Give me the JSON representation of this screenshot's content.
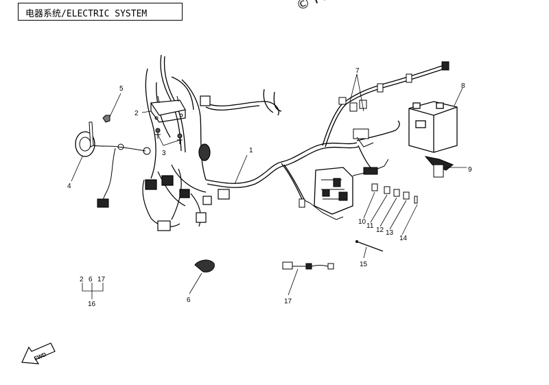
{
  "header": {
    "title": "电器系统/ELECTRIC SYSTEM"
  },
  "watermark": "© Partzilla",
  "callouts": [
    {
      "id": "c1",
      "label": "1"
    },
    {
      "id": "c2",
      "label": "2"
    },
    {
      "id": "c3",
      "label": "3"
    },
    {
      "id": "c4",
      "label": "4"
    },
    {
      "id": "c5",
      "label": "5"
    },
    {
      "id": "c6",
      "label": "6"
    },
    {
      "id": "c7",
      "label": "7"
    },
    {
      "id": "c8",
      "label": "8"
    },
    {
      "id": "c9",
      "label": "9"
    },
    {
      "id": "c10",
      "label": "10"
    },
    {
      "id": "c11",
      "label": "11"
    },
    {
      "id": "c12",
      "label": "12"
    },
    {
      "id": "c13",
      "label": "13"
    },
    {
      "id": "c14",
      "label": "14"
    },
    {
      "id": "c15",
      "label": "15"
    },
    {
      "id": "c17",
      "label": "17"
    }
  ],
  "group": {
    "items": [
      "2",
      "6",
      "17"
    ],
    "parent": "16"
  },
  "fwd": "FWD"
}
